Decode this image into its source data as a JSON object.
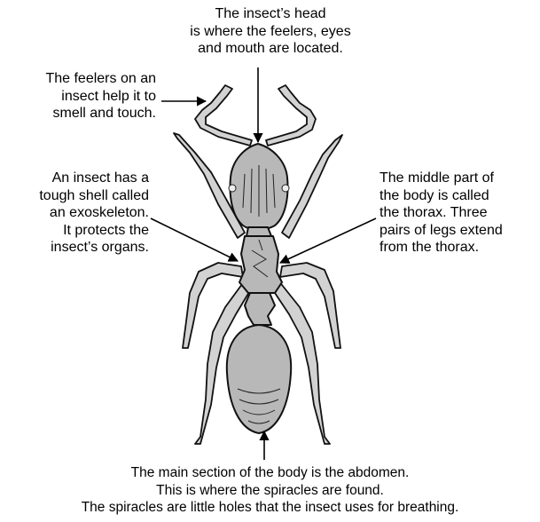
{
  "colors": {
    "body_fill": "#b8b8b8",
    "leg_fill": "#d2d2d2",
    "outline": "#111111",
    "text": "#000000",
    "background": "#ffffff"
  },
  "labels": {
    "head": {
      "lines": [
        "The insect’s head",
        "is where the feelers, eyes",
        "and mouth are located."
      ]
    },
    "feelers": {
      "lines": [
        "The feelers on an",
        "insect help it to",
        "smell and touch."
      ]
    },
    "exoskeleton": {
      "lines": [
        "An insect has a",
        "tough shell called",
        "an exoskeleton.",
        "It protects the",
        "insect’s organs."
      ]
    },
    "thorax": {
      "lines": [
        "The middle part of",
        "the body is called",
        "the thorax.  Three",
        "pairs of legs extend",
        "from the thorax."
      ]
    },
    "abdomen": {
      "lines": [
        "The main section of the body is the abdomen.",
        "This is where the spiracles are found.",
        "The spiracles are little holes that the insect uses for breathing."
      ]
    }
  }
}
